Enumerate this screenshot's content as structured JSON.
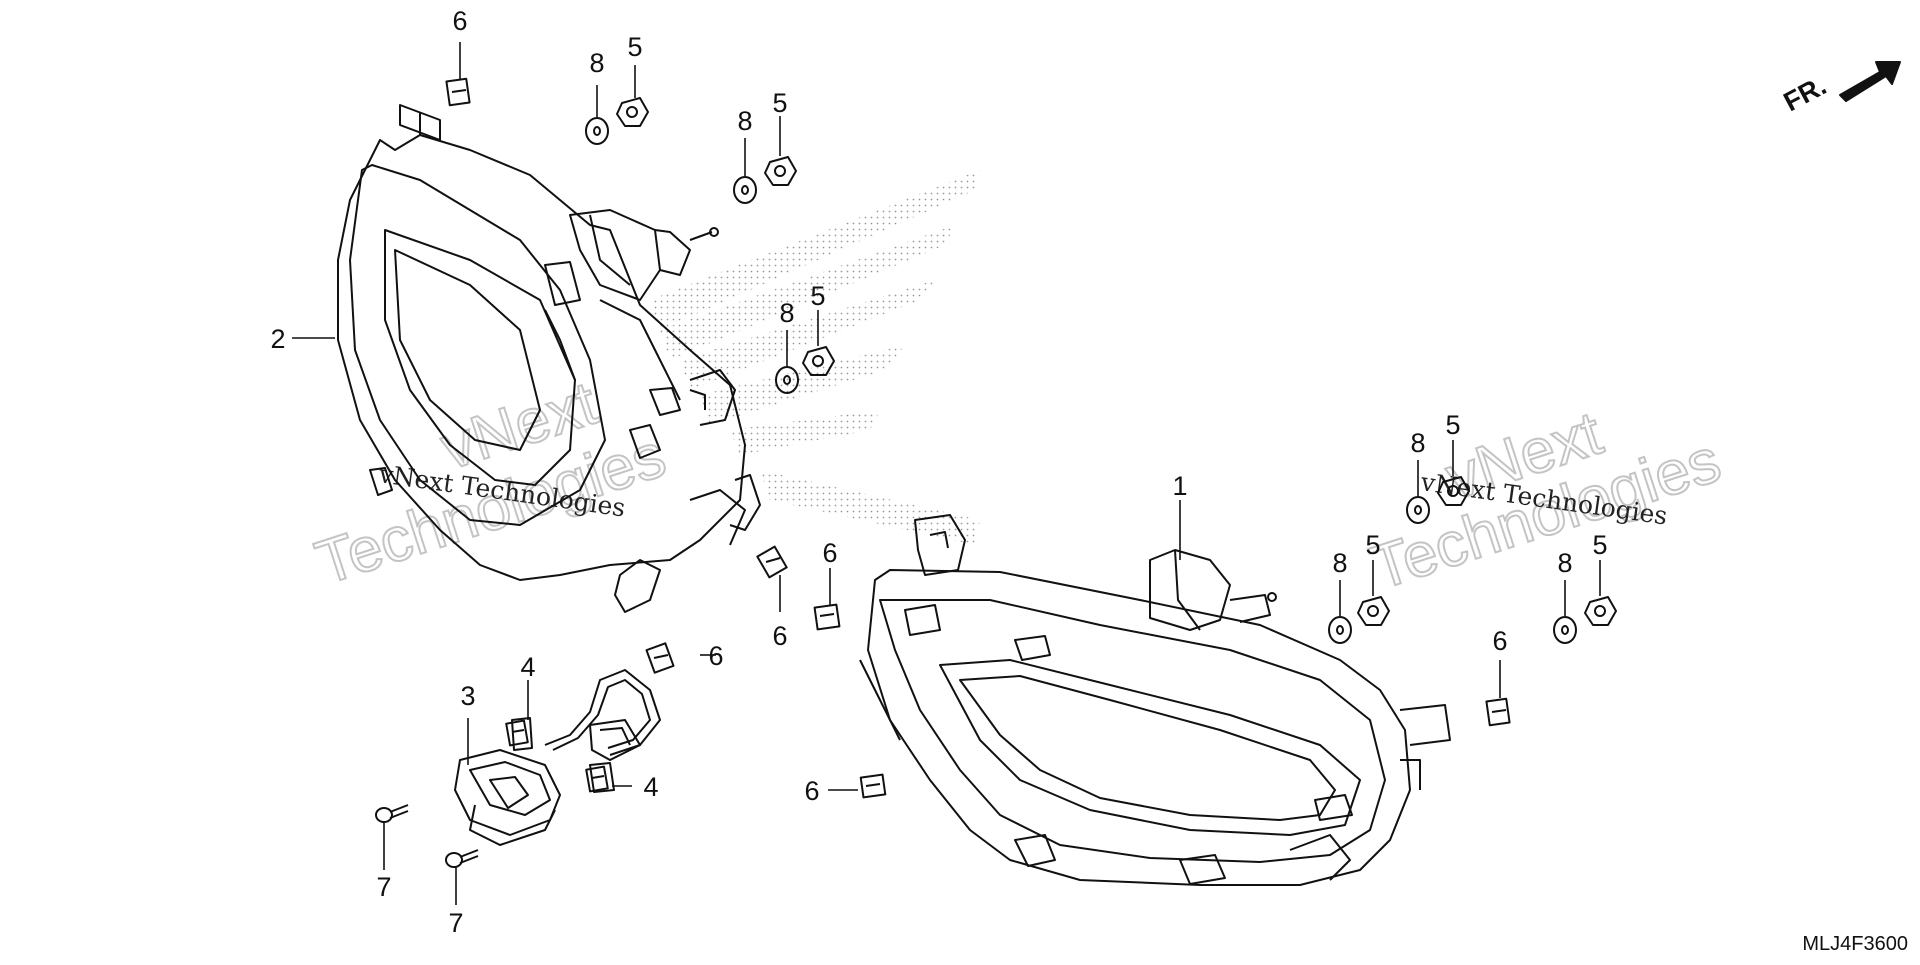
{
  "diagram": {
    "drawing_code": "MLJ4F3600",
    "front_indicator": "FR.",
    "callouts": {
      "c1": "1",
      "c2": "2",
      "c3": "3",
      "c4a": "4",
      "c4b": "4",
      "c5a": "5",
      "c5b": "5",
      "c5c": "5",
      "c5d": "5",
      "c5e": "5",
      "c5f": "5",
      "c6a": "6",
      "c6b": "6",
      "c6c": "6",
      "c6d": "6",
      "c6e": "6",
      "c6f": "6",
      "c7a": "7",
      "c7b": "7",
      "c8a": "8",
      "c8b": "8",
      "c8c": "8",
      "c8d": "8",
      "c8e": "8",
      "c8f": "8"
    },
    "watermarks": {
      "left_line1": "vNext",
      "left_line2": "Technologies",
      "left_small": "vNext Technologies",
      "right_line1": "vNext",
      "right_line2": "Technologies",
      "right_small": "vNext Technologies"
    }
  },
  "colors": {
    "line": "#111111",
    "background": "#ffffff",
    "watermark": "#c4c4c4",
    "stipple": "#9a9a9a"
  }
}
